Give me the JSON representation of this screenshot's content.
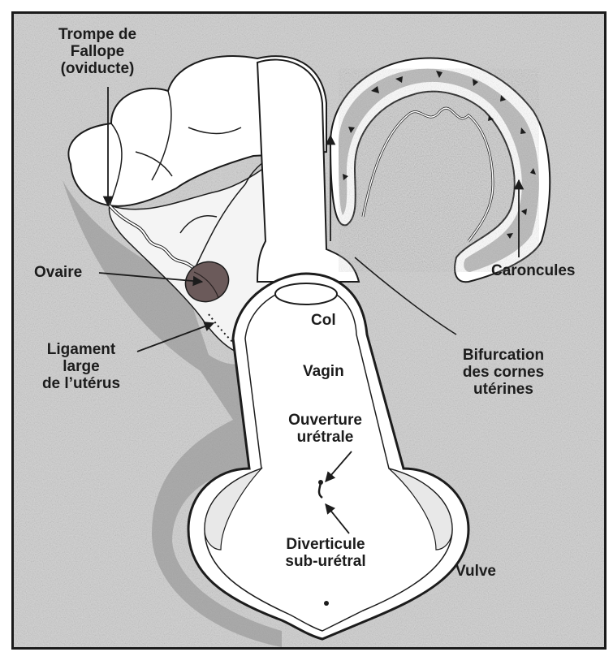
{
  "labels": {
    "trompe": "Trompe de\nFallope\n(oviducte)",
    "ovaire": "Ovaire",
    "ligament": "Ligament\nlarge\nde l’utérus",
    "col": "Col",
    "vagin": "Vagin",
    "ouverture": "Ouverture\nurétrale",
    "diverticule": "Diverticule\nsub-urétral",
    "vulve": "Vulve",
    "caroncules": "Caroncules",
    "bifurcation": "Bifurcation\ndes cornes\nutérines"
  },
  "colors": {
    "background": "#cfcfcf",
    "organ_fill": "#ffffff",
    "outline": "#1c1c1c",
    "ovary": "#6b5a5a",
    "caruncles_lining": "#b8b8b8"
  }
}
